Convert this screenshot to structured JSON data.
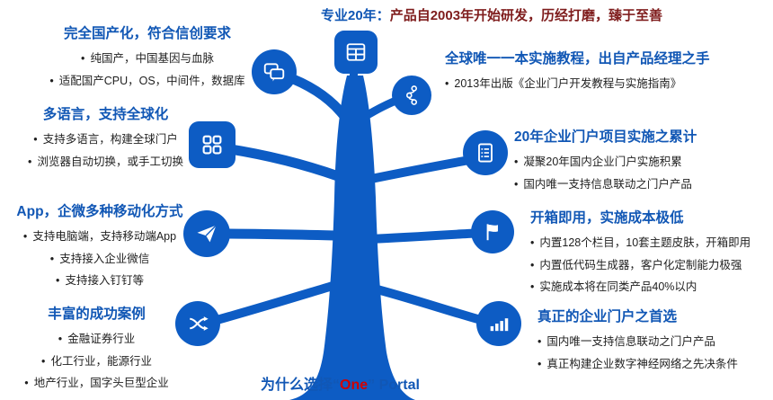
{
  "colors": {
    "tree_blue": "#0d5cc4",
    "title_blue": "#1157b5",
    "accent_red": "#d00000",
    "banner_dark_red": "#7f1d1d",
    "body_text": "#1f1f1f"
  },
  "header": {
    "lead": "专业20年：",
    "rest": "产品自2003年开始研发，历经打磨，臻于至善"
  },
  "footer": {
    "prefix": "为什么选择“",
    "highlight": "One",
    "suffix": "” Portal"
  },
  "left_blocks": [
    {
      "icon": "chat-bubbles-icon",
      "title": "完全国产化，符合信创要求",
      "bullets": [
        "纯国产，中国基因与血脉",
        "适配国产CPU，OS，中间件，数据库"
      ]
    },
    {
      "icon": "app-grid-icon",
      "title": "多语言，支持全球化",
      "bullets": [
        "支持多语言，构建全球门户",
        "浏览器自动切换，或手工切换"
      ]
    },
    {
      "icon": "paper-plane-icon",
      "title": "App，企微多种移动化方式",
      "bullets": [
        "支持电脑端，支持移动端App",
        "支持接入企业微信",
        "支持接入钉钉等"
      ]
    },
    {
      "icon": "shuffle-icon",
      "title": "丰富的成功案例",
      "bullets": [
        "金融证券行业",
        "化工行业，能源行业",
        "地产行业，国字头巨型企业"
      ]
    }
  ],
  "right_blocks": [
    {
      "icon": "share-nodes-icon",
      "title": "全球唯一一本实施教程，出自产品经理之手",
      "bullets": [
        "2013年出版《企业门户开发教程与实施指南》"
      ]
    },
    {
      "icon": "document-icon",
      "title": "20年企业门户项目实施之累计",
      "bullets": [
        "凝聚20年国内企业门户实施积累",
        "国内唯一支持信息联动之门户产品"
      ]
    },
    {
      "icon": "flag-icon",
      "title": "开箱即用，实施成本极低",
      "bullets": [
        "内置128个栏目，10套主题皮肤，开箱即用",
        "内置低代码生成器，客户化定制能力极强",
        "实施成本将在同类产品40%以内"
      ]
    },
    {
      "icon": "bar-chart-icon",
      "title": "真正的企业门户之首选",
      "bullets": [
        "国内唯一支持信息联动之门户产品",
        "真正构建企业数字神经网络之先决条件"
      ]
    }
  ],
  "center_icon": "browser-window-icon"
}
